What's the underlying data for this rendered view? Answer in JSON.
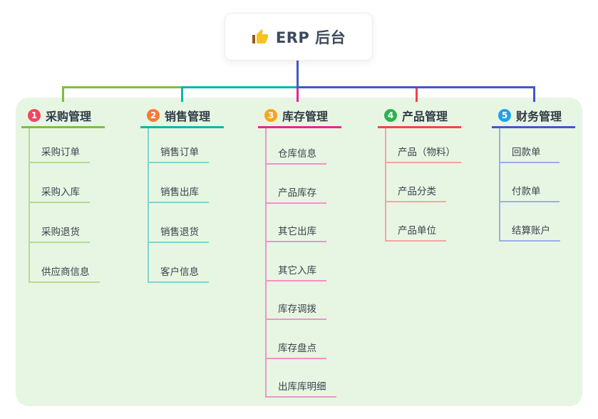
{
  "root": {
    "title": "ERP 后台",
    "icon": "thumbs-up-icon"
  },
  "branches": [
    {
      "number": "1",
      "label": "采购管理",
      "badge_color": "#f2455e",
      "line_color": "#7cbf3d",
      "sub_line_color": "#b6da92",
      "items": [
        "采购订单",
        "采购入库",
        "采购退货",
        "供应商信息"
      ]
    },
    {
      "number": "2",
      "label": "销售管理",
      "badge_color": "#f57b38",
      "line_color": "#0ab5b0",
      "sub_line_color": "#7fd4ce",
      "items": [
        "销售订单",
        "销售出库",
        "销售退货",
        "客户信息"
      ]
    },
    {
      "number": "3",
      "label": "库存管理",
      "badge_color": "#f8a41d",
      "line_color": "#e8239c",
      "sub_line_color": "#f490c7",
      "items": [
        "仓库信息",
        "产品库存",
        "其它出库",
        "其它入库",
        "库存调拨",
        "库存盘点",
        "出库库明细"
      ]
    },
    {
      "number": "4",
      "label": "产品管理",
      "badge_color": "#2db44d",
      "line_color": "#f2434c",
      "sub_line_color": "#f7a2a7",
      "items": [
        "产品（物料）",
        "产品分类",
        "产品单位"
      ]
    },
    {
      "number": "5",
      "label": "财务管理",
      "badge_color": "#20a2e9",
      "line_color": "#4457c9",
      "sub_line_color": "#9cade8",
      "items": [
        "回款单",
        "付款单",
        "结算账户"
      ]
    }
  ],
  "colors": {
    "canvas_bg": "#ffffff",
    "container_bg": "#e7f6e3",
    "stem": "#4457c9",
    "title_text": "#3d4a5c",
    "header_text": "#2f3a45",
    "item_text": "#3b434d",
    "thumb_yellow": "#f7c21e",
    "thumb_cuff": "#8d5c29"
  }
}
